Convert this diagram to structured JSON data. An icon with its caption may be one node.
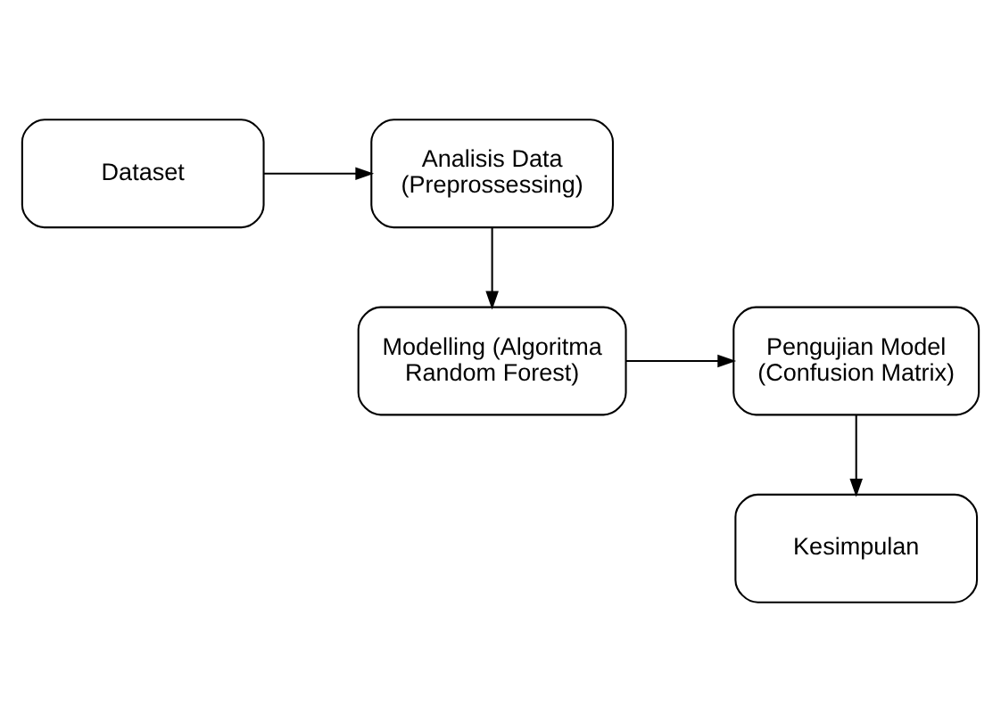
{
  "diagram": {
    "nodes": [
      {
        "text": [
          "Dataset"
        ]
      },
      {
        "text": [
          "Analisis Data (Preprossessing)"
        ]
      },
      {
        "text": [
          "Modelling (Algoritma Random Forest)"
        ]
      },
      {
        "text": [
          "Pengujian Model (Confusion Matrix)"
        ]
      },
      {
        "text": [
          "Kesimpulan"
        ]
      }
    ],
    "edges": [
      {
        "from": 0,
        "to": 1,
        "arrow": "to"
      },
      {
        "from": 1,
        "to": 2,
        "arrow": "to"
      },
      {
        "from": 2,
        "to": 3,
        "arrow": "to"
      },
      {
        "from": 3,
        "to": 4,
        "arrow": "to"
      }
    ]
  }
}
